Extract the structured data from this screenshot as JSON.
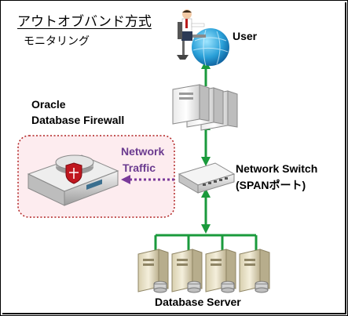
{
  "title": "アウトオブバンド方式",
  "subtitle": "モニタリング",
  "nodes": {
    "user": "User",
    "firewall_line1": "Oracle",
    "firewall_line2": "Database Firewall",
    "traffic_line1": "Network",
    "traffic_line2": "Traffic",
    "switch_line1": "Network Switch",
    "switch_line2": "(SPANポート)",
    "db_server": "Database Server"
  },
  "colors": {
    "connector": "#1a9a3c",
    "traffic_arrow": "#7a3a9a",
    "firewall_box_border": "#b02020",
    "firewall_box_fill": "#fdecef"
  }
}
